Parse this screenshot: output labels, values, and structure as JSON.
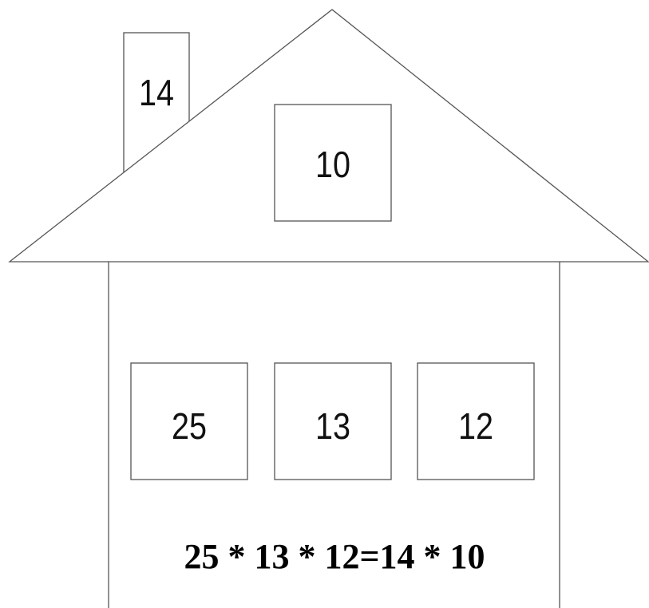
{
  "house": {
    "chimney_number": "14",
    "roof_window_number": "10",
    "windows": [
      "25",
      "13",
      "12"
    ],
    "equation": "25 * 13 * 12=14 * 10"
  },
  "colors": {
    "stroke": "#555555",
    "text": "#111111",
    "background": "#ffffff"
  }
}
